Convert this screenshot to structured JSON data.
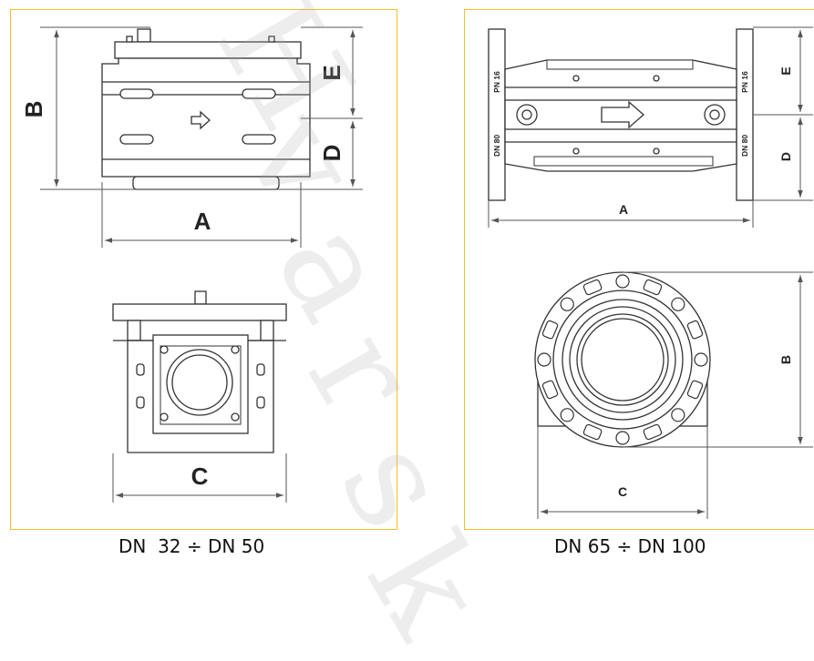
{
  "left": {
    "caption": "DN  32 ÷ DN 50",
    "dims": {
      "A": "A",
      "B": "B",
      "C": "C",
      "D": "D",
      "E": "E"
    }
  },
  "right": {
    "caption": "DN 65 ÷ DN 100",
    "dims": {
      "A": "A",
      "B": "B",
      "C": "C",
      "D": "D",
      "E": "E"
    },
    "plates": {
      "pn_top_left": "PN 16",
      "dn_bottom_left": "DN 80",
      "pn_top_right": "PN 16",
      "dn_bottom_right": "DN 80"
    }
  },
  "watermark": {
    "letters": [
      "H",
      "v",
      "a",
      "r",
      "s",
      "k"
    ],
    "color": "#afafaf"
  },
  "colors": {
    "frame": "#f2bf22",
    "line": "#333333",
    "dim": "#555555"
  }
}
